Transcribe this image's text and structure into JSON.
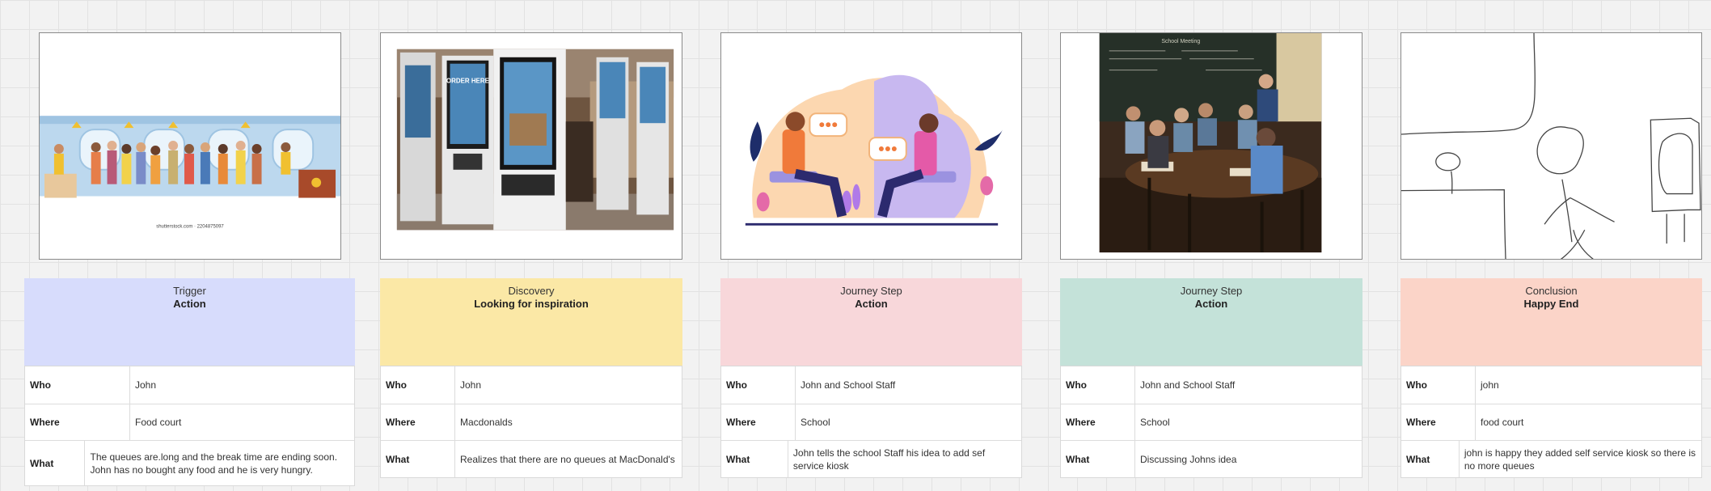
{
  "colors": {
    "trigger": "#d7dcfc",
    "discovery": "#fbe8a6",
    "journey_pink": "#f8d7da",
    "journey_green": "#c4e2d9",
    "conclusion": "#fbd4c8"
  },
  "images": [
    {
      "icon": "food-court-queue-illustration",
      "caption": "shutterstock.com · 2204875097"
    },
    {
      "icon": "order-here-kiosks-photo",
      "sign": "ORDER HERE"
    },
    {
      "icon": "two-people-talking-illustration"
    },
    {
      "icon": "school-meeting-photo",
      "board_text": "School Meeting"
    },
    {
      "icon": "hand-drawn-sketch"
    }
  ],
  "columns": [
    {
      "category": "Trigger",
      "title": "Action",
      "rows": [
        {
          "k": "Who",
          "v": "John"
        },
        {
          "k": "Where",
          "v": "Food court"
        },
        {
          "k": "What",
          "v": "The queues are.long and the break time are ending soon. John has no bought any food and he is very hungry."
        }
      ]
    },
    {
      "category": "Discovery",
      "title": "Looking for inspiration",
      "rows": [
        {
          "k": "Who",
          "v": "John"
        },
        {
          "k": "Where",
          "v": "Macdonalds"
        },
        {
          "k": "What",
          "v": "Realizes that there are no queues at MacDonald's"
        }
      ]
    },
    {
      "category": "Journey Step",
      "title": "Action",
      "rows": [
        {
          "k": "Who",
          "v": "John and School Staff"
        },
        {
          "k": "Where",
          "v": "School"
        },
        {
          "k": "What",
          "v": "John tells the school Staff his idea to add sef service kiosk"
        }
      ]
    },
    {
      "category": "Journey Step",
      "title": "Action",
      "rows": [
        {
          "k": "Who",
          "v": "John and School Staff"
        },
        {
          "k": "Where",
          "v": "School"
        },
        {
          "k": "What",
          "v": "Discussing Johns idea"
        }
      ]
    },
    {
      "category": "Conclusion",
      "title": "Happy End",
      "rows": [
        {
          "k": "Who",
          "v": "john"
        },
        {
          "k": "Where",
          "v": "food court"
        },
        {
          "k": "What",
          "v": "john is happy they added self service kiosk so there is no more queues"
        }
      ]
    }
  ]
}
